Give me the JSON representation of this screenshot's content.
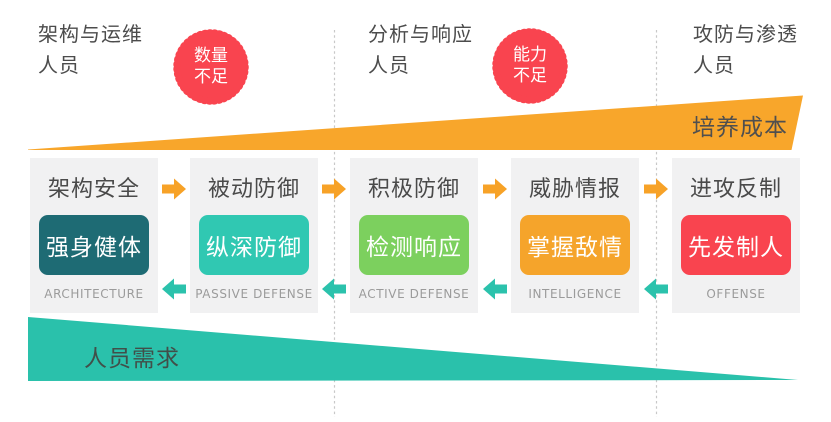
{
  "groups": [
    {
      "line1": "架构与运维",
      "line2": "人员",
      "badge": {
        "line1": "数量",
        "line2": "不足"
      }
    },
    {
      "line1": "分析与响应",
      "line2": "人员",
      "badge": {
        "line1": "能力",
        "line2": "不足"
      }
    },
    {
      "line1": "攻防与渗透",
      "line2": "人员"
    }
  ],
  "wedges": {
    "top_label": "培养成本",
    "bottom_label": "人员需求"
  },
  "columns": [
    {
      "title": "架构安全",
      "tag": "强身健体",
      "label": "ARCHITECTURE",
      "color": "#1e6b74"
    },
    {
      "title": "被动防御",
      "tag": "纵深防御",
      "label": "PASSIVE DEFENSE",
      "color": "#30c8b2"
    },
    {
      "title": "积极防御",
      "tag": "检测响应",
      "label": "ACTIVE DEFENSE",
      "color": "#7cd05e"
    },
    {
      "title": "威胁情报",
      "tag": "掌握敌情",
      "label": "INTELLIGENCE",
      "color": "#f5a42b"
    },
    {
      "title": "进攻反制",
      "tag": "先发制人",
      "label": "OFFENSE",
      "color": "#f9444f"
    }
  ],
  "colors": {
    "forward_arrow_orange": "#f7a227",
    "backward_arrow_teal": "#2bc2ac",
    "cost_wedge_orange": "#f8a62b",
    "demand_wedge_teal": "#2ac1ab",
    "badge_red": "#f9444f",
    "card_background": "#f1f1f2",
    "divider_gray": "#c8c8c8"
  }
}
